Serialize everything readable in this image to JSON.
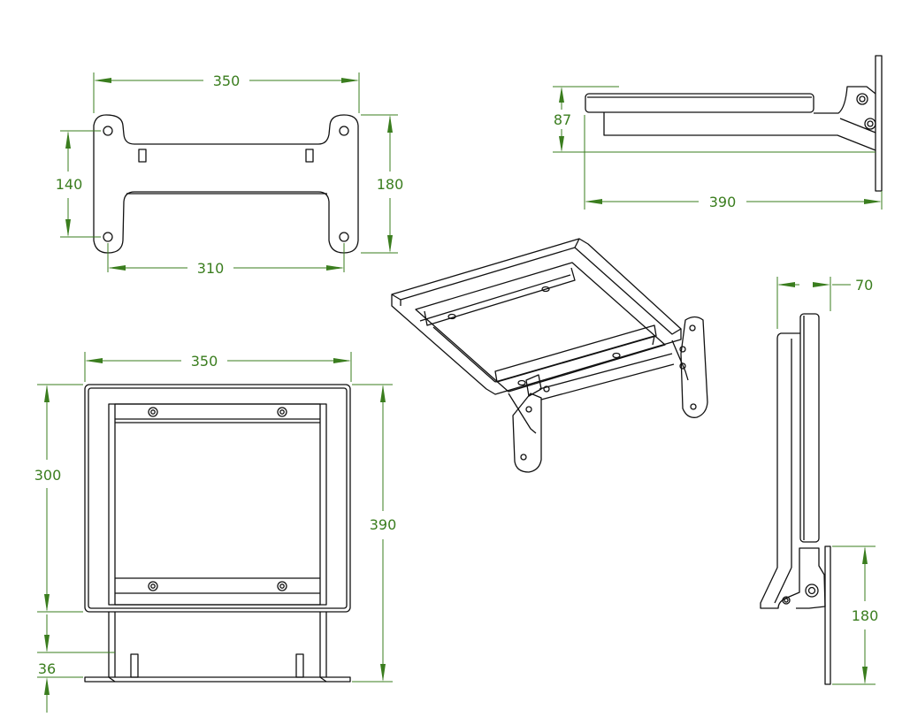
{
  "colors": {
    "dimension": "#3a7d1e",
    "outline": "#111111",
    "background": "#ffffff"
  },
  "views": {
    "bracket_plate": {
      "width": "350",
      "hole_spacing_h": "310",
      "hole_spacing_v": "140",
      "height": "180"
    },
    "side_top": {
      "height": "87",
      "depth": "390"
    },
    "front": {
      "width": "350",
      "frame_height": "300",
      "total_height": "390",
      "base_offset": "36"
    },
    "side_right": {
      "thickness": "70",
      "plate_height": "180"
    }
  }
}
